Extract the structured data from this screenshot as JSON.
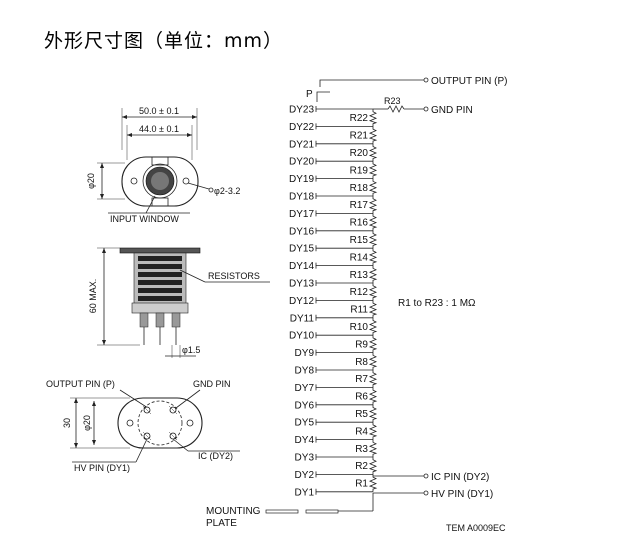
{
  "title": "外形尺寸图（单位：mm）",
  "top_view": {
    "dim_outer": "50.0 ± 0.1",
    "dim_inner": "44.0 ± 0.1",
    "dim_height": "φ20",
    "hole": "φ2-3.2",
    "window_label": "INPUT WINDOW"
  },
  "side_view": {
    "height_label": "60 MAX.",
    "resistors_label": "RESISTORS",
    "pin_diameter": "φ1.5"
  },
  "bottom_view": {
    "output_pin": "OUTPUT PIN (P)",
    "gnd_pin": "GND PIN",
    "hv_pin": "HV PIN (DY1)",
    "ic_pin": "IC (DY2)",
    "dim_30": "30",
    "dim_20": "φ20"
  },
  "schematic": {
    "p_label": "P",
    "output_pin": "OUTPUT PIN (P)",
    "gnd_pin": "GND PIN",
    "ic_pin": "IC PIN (DY2)",
    "hv_pin": "HV PIN (DY1)",
    "r23_label": "R23",
    "resistance_note": "R1 to R23 : 1 MΩ",
    "mounting_plate": [
      "MOUNTING",
      "PLATE"
    ],
    "dynodes": [
      "DY23",
      "DY22",
      "DY21",
      "DY20",
      "DY19",
      "DY18",
      "DY17",
      "DY16",
      "DY15",
      "DY14",
      "DY13",
      "DY12",
      "DY11",
      "DY10",
      "DY9",
      "DY8",
      "DY7",
      "DY6",
      "DY5",
      "DY4",
      "DY3",
      "DY2",
      "DY1"
    ],
    "resistors": [
      "R22",
      "R21",
      "R20",
      "R19",
      "R18",
      "R17",
      "R16",
      "R15",
      "R14",
      "R13",
      "R12",
      "R11",
      "R10",
      "R9",
      "R8",
      "R7",
      "R6",
      "R5",
      "R4",
      "R3",
      "R2",
      "R1"
    ]
  },
  "doc_code": "TEM A0009EC"
}
